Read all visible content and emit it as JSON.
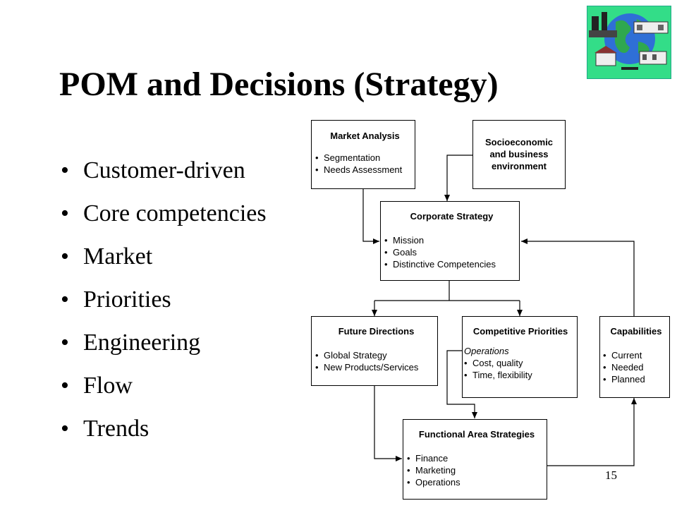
{
  "slide": {
    "title": "POM and Decisions (Strategy)",
    "page_number": "15"
  },
  "bullets": [
    "Customer-driven",
    "Core competencies",
    "Market",
    "Priorities",
    "Engineering",
    "Flow",
    "Trends"
  ],
  "diagram": {
    "market_analysis": {
      "title": "Market Analysis",
      "items": [
        "Segmentation",
        "Needs Assessment"
      ]
    },
    "socioeconomic": {
      "title_lines": [
        "Socioeconomic",
        "and business",
        "environment"
      ]
    },
    "corporate_strategy": {
      "title": "Corporate Strategy",
      "items": [
        "Mission",
        "Goals",
        "Distinctive Competencies"
      ]
    },
    "future_directions": {
      "title": "Future Directions",
      "items": [
        "Global Strategy",
        "New Products/Services"
      ]
    },
    "competitive_priorities": {
      "title": "Competitive Priorities",
      "subtitle": "Operations",
      "items": [
        "Cost, quality",
        "Time, flexibility"
      ]
    },
    "capabilities": {
      "title": "Capabilities",
      "items": [
        "Current",
        "Needed",
        "Planned"
      ]
    },
    "functional_area": {
      "title": "Functional Area Strategies",
      "items": [
        "Finance",
        "Marketing",
        "Operations"
      ]
    }
  },
  "colors": {
    "logo_background": "#33dd88",
    "globe": "#2f6fd6",
    "land": "#2fa84f"
  },
  "logo_icon": "world-globe-buildings-icon"
}
